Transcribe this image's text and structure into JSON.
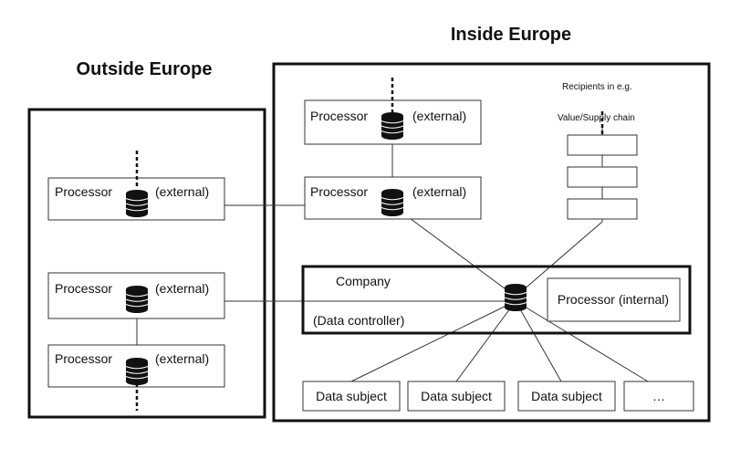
{
  "headings": {
    "outside": "Outside Europe",
    "inside": "Inside Europe"
  },
  "processor": {
    "label": "Processor",
    "external_label": "(external)",
    "internal_label": "Processor (internal)"
  },
  "company": {
    "title": "Company",
    "subtitle": "(Data controller)"
  },
  "recipients": {
    "line1": "Recipients in e.g.",
    "line2": "Value/Supply chain"
  },
  "data_subjects": [
    "Data subject",
    "Data subject",
    "Data subject",
    "…"
  ],
  "colors": {
    "stroke": "#111111",
    "fill": "#ffffff"
  },
  "icons": {
    "database": "database-icon"
  }
}
